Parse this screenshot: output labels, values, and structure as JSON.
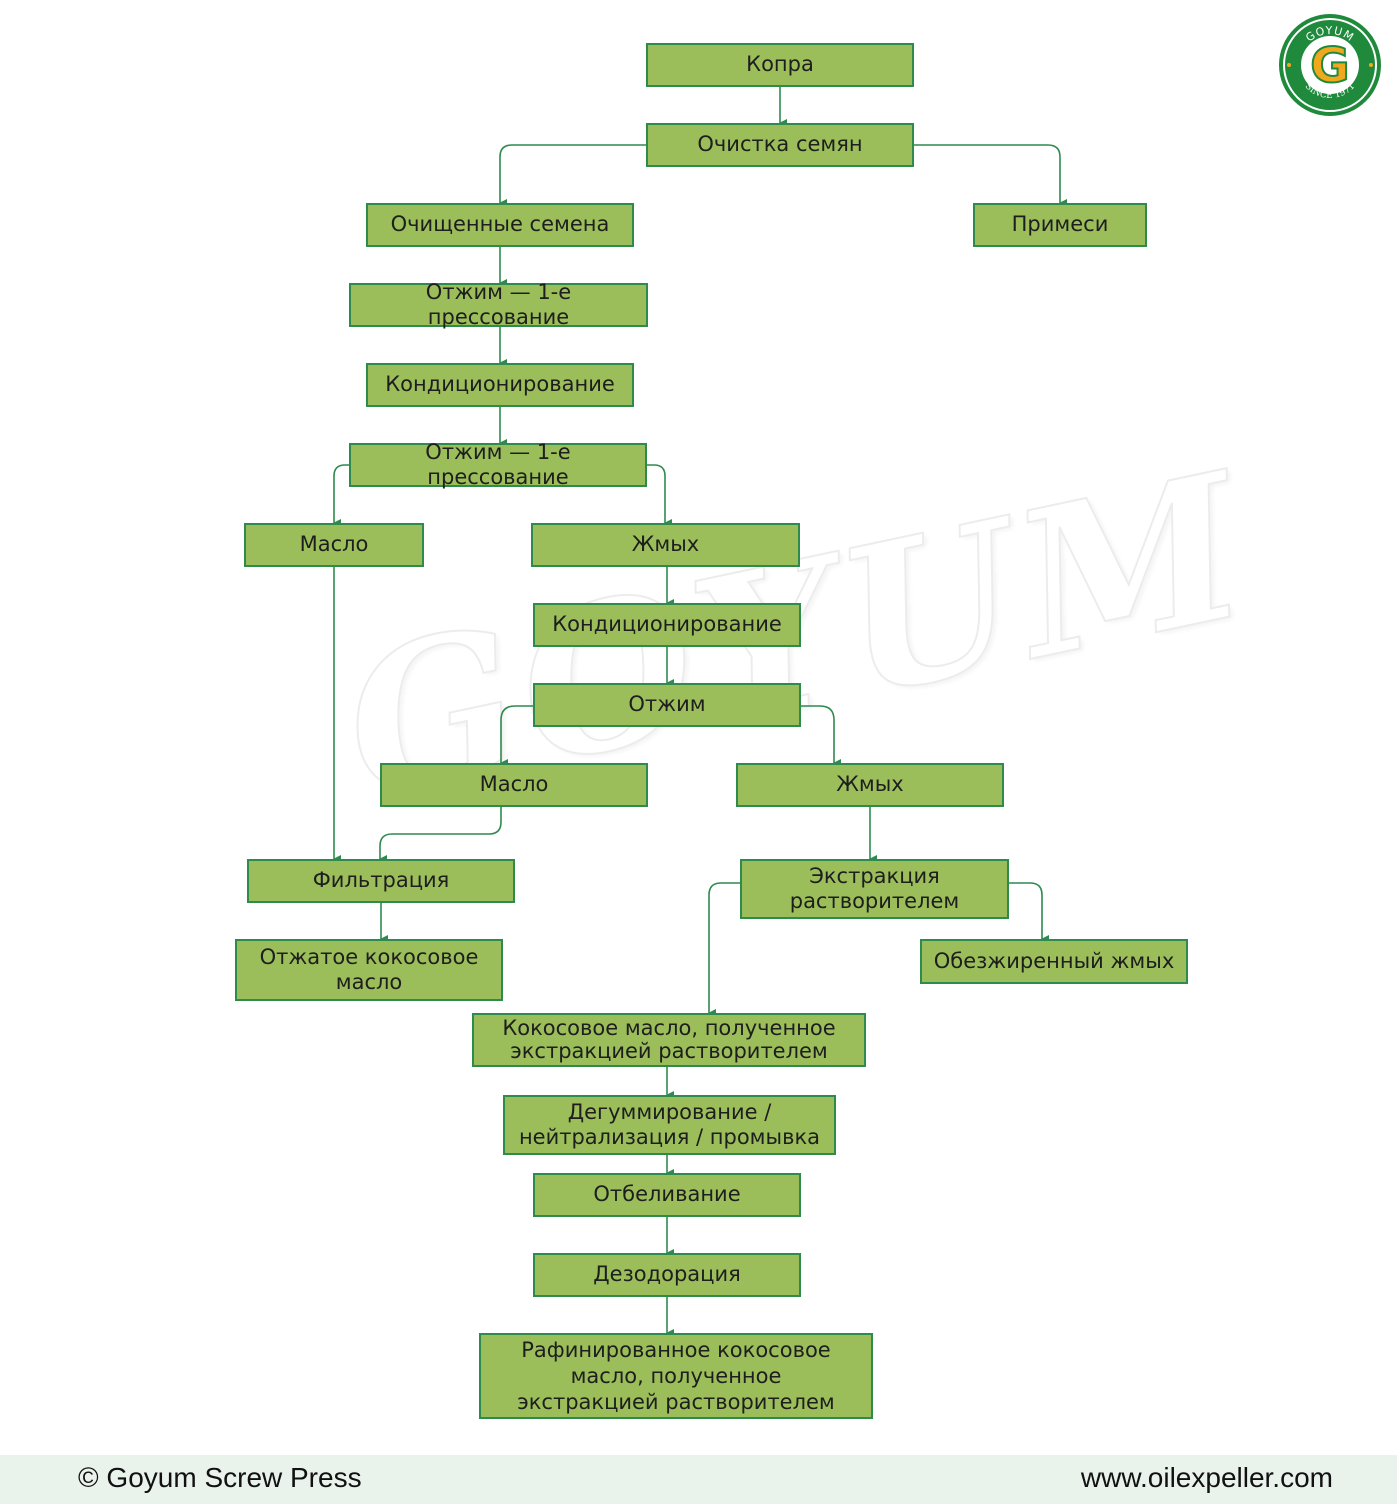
{
  "nodes": {
    "kopra": "Копра",
    "ochistka": "Очистка семян",
    "ochishchennye": "Очищенные семена",
    "primesi": "Примеси",
    "otzhim1": "Отжим — 1-е прессование",
    "kondicionirovanie1": "Кондиционирование",
    "otzhim2": "Отжим — 1-е прессование",
    "maslo1": "Масло",
    "zhmykh1": "Жмых",
    "kondicionirovanie2": "Кондиционирование",
    "otzhim3": "Отжим",
    "maslo2": "Масло",
    "zhmykh2": "Жмых",
    "filtraciya": "Фильтрация",
    "otzhatoe_line1": "Отжатое кокосовое",
    "otzhatoe_line2": "масло",
    "ekstrakciya_line1": "Экстракция",
    "ekstrakciya_line2": "растворителем",
    "obezzhirennyi": "Обезжиренный жмых",
    "kokosovoe_line1": "Кокосовое масло, полученное",
    "kokosovoe_line2": "экстракцией растворителем",
    "degummirovanie_line1": "Дегуммирование /",
    "degummirovanie_line2": "нейтрализация / промывка",
    "otbelivanie": "Отбеливание",
    "dezodoraciya": "Дезодорация",
    "rafinirovannoe_line1": "Рафинированное кокосовое",
    "rafinirovannoe_line2": "масло, полученное",
    "rafinirovannoe_line3": "экстракцией растворителем"
  },
  "watermark": "GOYUM",
  "logo": {
    "top_text": "GOYUM",
    "letter": "G",
    "bottom_text": "SINCE 1971"
  },
  "footer": {
    "copyright": "© Goyum Screw Press",
    "website": "www.oilexpeller.com"
  },
  "colors": {
    "box_fill": "#9bbe5a",
    "box_border": "#2f8a4e",
    "connector": "#2f8a4e",
    "footer_bg": "#eaf2ec",
    "logo_green": "#1f8a3c",
    "logo_orange": "#f2a81d"
  }
}
